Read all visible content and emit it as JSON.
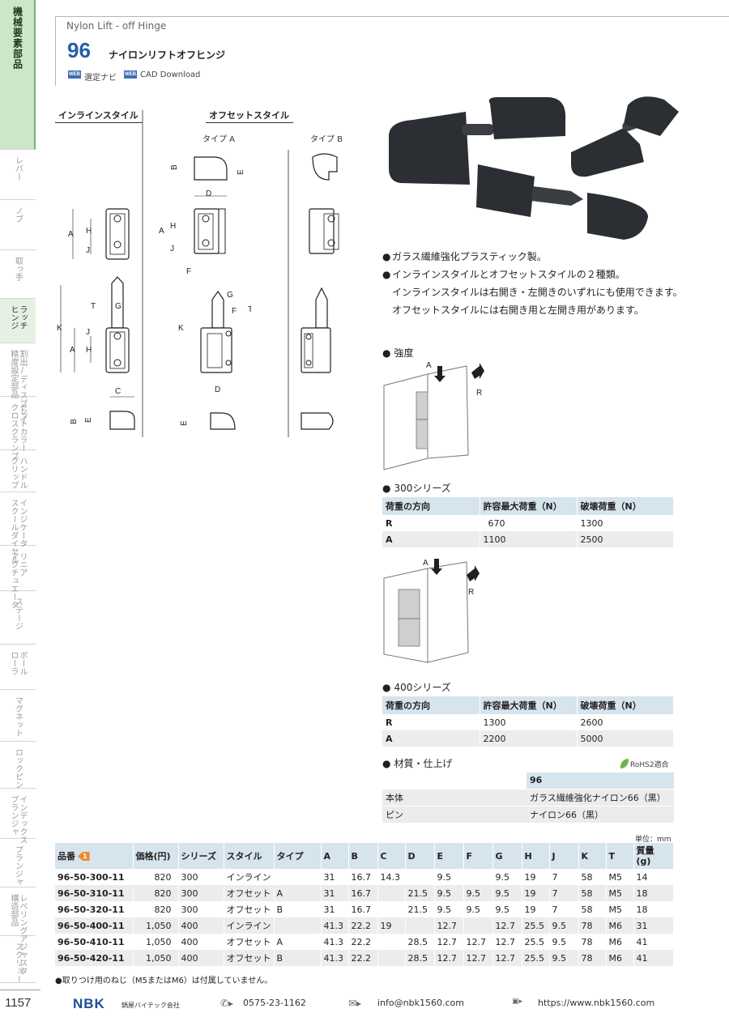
{
  "sidebar": {
    "tabs": [
      {
        "label": "機械要素部品",
        "active": true
      },
      {
        "label": "レバー"
      },
      {
        "label": "ノブ"
      },
      {
        "label": "取っ手"
      },
      {
        "label": "ラッチ\nヒンジ",
        "active_sub": true
      },
      {
        "label": "割出/ディスプレイ\n精度設定部品"
      },
      {
        "label": "セットカラー\nクロスクランプ"
      },
      {
        "label": "ハンドル\nグリップ"
      },
      {
        "label": "インジケータ\nスクールダイヤル"
      },
      {
        "label": "リニア\nアクチュエータ"
      },
      {
        "label": "ステージ"
      },
      {
        "label": "ボール\nローラ"
      },
      {
        "label": "マグネット"
      },
      {
        "label": "ロックピン"
      },
      {
        "label": "インデックス\nプランジャ"
      },
      {
        "label": "プランジャ"
      },
      {
        "label": "レベリングアジャスタ\n構造部品"
      },
      {
        "label": "スクリュー"
      }
    ]
  },
  "header": {
    "subtitle_en": "Nylon Lift - off Hinge",
    "model": "96",
    "title": "ナイロンリフトオフヒンジ",
    "web_badge": "WEB",
    "link_select": "選定ナビ",
    "link_cad": "CAD Download"
  },
  "drawings": {
    "inline_label": "インラインスタイル",
    "offset_label": "オフセットスタイル",
    "type_a": "タイプ A",
    "type_b": "タイプ B"
  },
  "features": {
    "items": [
      "ガラス繊維強化プラスティック製。",
      "インラインスタイルとオフセットスタイルの２種類。"
    ],
    "continuation": [
      "インラインスタイルは右開き・左開きのいずれにも使用できます。",
      "オフセットスタイルには右開き用と左開き用があります。"
    ],
    "strength_label": "強度"
  },
  "series300": {
    "heading": "300シリーズ",
    "headers": [
      "荷重の方向",
      "許容最大荷重（N）",
      "破壊荷重（N）"
    ],
    "rows": [
      [
        "R",
        "670",
        "1300"
      ],
      [
        "A",
        "1100",
        "2500"
      ]
    ]
  },
  "series400": {
    "heading": "400シリーズ",
    "headers": [
      "荷重の方向",
      "許容最大荷重（N）",
      "破壊荷重（N）"
    ],
    "rows": [
      [
        "R",
        "1300",
        "2600"
      ],
      [
        "A",
        "2200",
        "5000"
      ]
    ]
  },
  "material": {
    "heading": "材質・仕上げ",
    "rohs": "RoHS2適合",
    "column": "96",
    "rows": [
      [
        "本体",
        "ガラス繊維強化ナイロン66（黒）"
      ],
      [
        "ピン",
        "ナイロン66（黒）"
      ]
    ]
  },
  "main_table": {
    "unit": "単位：mm",
    "flag": "1",
    "headers": [
      "品番",
      "価格(円)",
      "シリーズ",
      "スタイル",
      "タイプ",
      "A",
      "B",
      "C",
      "D",
      "E",
      "F",
      "G",
      "H",
      "J",
      "K",
      "T",
      "質量\n(g)"
    ],
    "rows": [
      [
        "96-50-300-11",
        "820",
        "300",
        "インライン",
        "",
        "31",
        "16.7",
        "14.3",
        "",
        "9.5",
        "",
        "9.5",
        "19",
        "7",
        "58",
        "M5",
        "14"
      ],
      [
        "96-50-310-11",
        "820",
        "300",
        "オフセット",
        "A",
        "31",
        "16.7",
        "",
        "21.5",
        "9.5",
        "9.5",
        "9.5",
        "19",
        "7",
        "58",
        "M5",
        "18"
      ],
      [
        "96-50-320-11",
        "820",
        "300",
        "オフセット",
        "B",
        "31",
        "16.7",
        "",
        "21.5",
        "9.5",
        "9.5",
        "9.5",
        "19",
        "7",
        "58",
        "M5",
        "18"
      ],
      [
        "96-50-400-11",
        "1,050",
        "400",
        "インライン",
        "",
        "41.3",
        "22.2",
        "19",
        "",
        "12.7",
        "",
        "12.7",
        "25.5",
        "9.5",
        "78",
        "M6",
        "31"
      ],
      [
        "96-50-410-11",
        "1,050",
        "400",
        "オフセット",
        "A",
        "41.3",
        "22.2",
        "",
        "28.5",
        "12.7",
        "12.7",
        "12.7",
        "25.5",
        "9.5",
        "78",
        "M6",
        "41"
      ],
      [
        "96-50-420-11",
        "1,050",
        "400",
        "オフセット",
        "B",
        "41.3",
        "22.2",
        "",
        "28.5",
        "12.7",
        "12.7",
        "12.7",
        "25.5",
        "9.5",
        "78",
        "M6",
        "41"
      ]
    ],
    "note": "●取りつけ用のねじ（M5またはM6）は付属していません。"
  },
  "footer": {
    "page": "1157",
    "logo": "NBK",
    "company": "鍋屋バイテック会社",
    "phone": "0575-23-1162",
    "email": "info@nbk1560.com",
    "url": "https://www.nbk1560.com"
  }
}
